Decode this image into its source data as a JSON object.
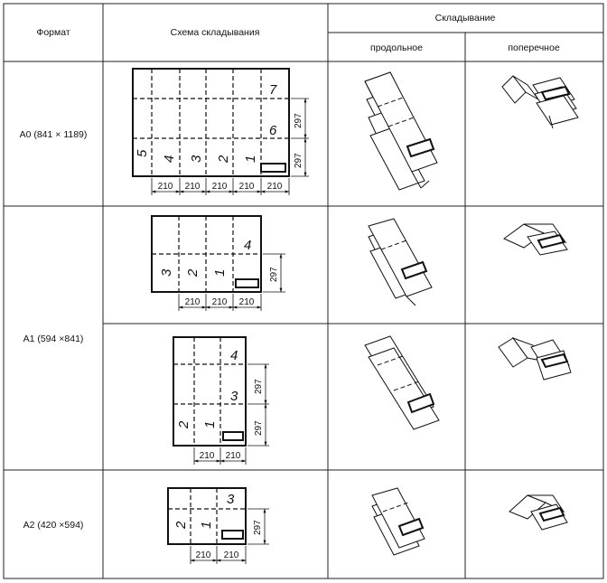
{
  "header": {
    "format": "Формат",
    "scheme": "Схема складывания",
    "folding": "Складывание",
    "longitudinal": "продольное",
    "transverse": "поперечное"
  },
  "rows": [
    {
      "format": "A0 (841 × 1189)",
      "panels_top": [
        "7"
      ],
      "panels_mid": [
        "6"
      ],
      "panels_bottom": [
        "5",
        "4",
        "3",
        "2",
        "1"
      ],
      "dims_h": [
        "210",
        "210",
        "210",
        "210",
        "210"
      ],
      "dims_v": [
        "297",
        "297"
      ]
    },
    {
      "format": "A1 (594 ×841)",
      "variants": [
        {
          "panels": [
            "4",
            "3",
            "2",
            "1"
          ],
          "dims_h": [
            "210",
            "210",
            "210"
          ],
          "dims_v": [
            "297"
          ]
        },
        {
          "panels": [
            "4",
            "3",
            "2",
            "1"
          ],
          "dims_h": [
            "210",
            "210"
          ],
          "dims_v": [
            "297",
            "297"
          ]
        }
      ]
    },
    {
      "format": "A2 (420 ×594)",
      "panels": [
        "3",
        "2",
        "1"
      ],
      "dims_h": [
        "210",
        "210"
      ],
      "dims_v": [
        "297"
      ]
    }
  ]
}
